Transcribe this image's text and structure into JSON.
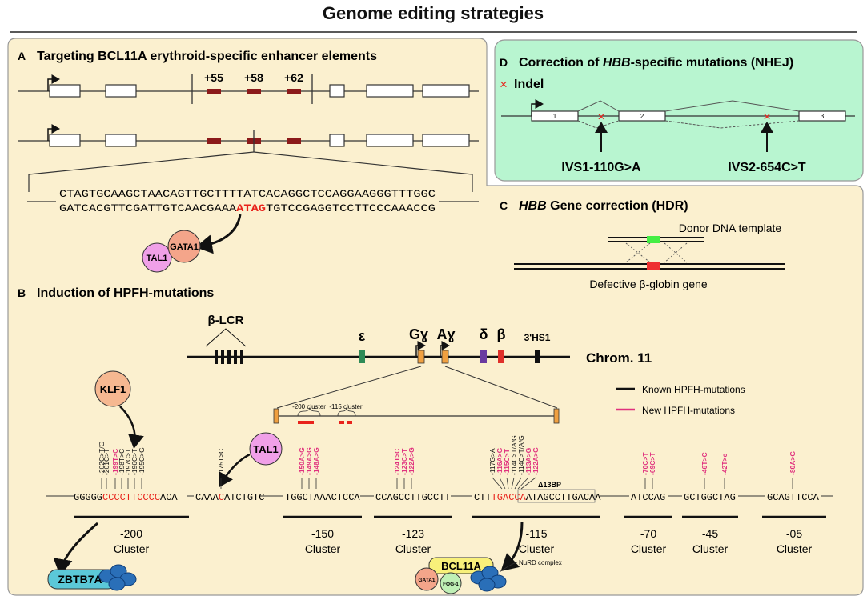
{
  "title": "Genome editing strategies",
  "colors": {
    "panel_bg": "#fbf0cf",
    "green_bg": "#b8f5d0",
    "enhancer": "#8b1a1a",
    "red_text": "#e8221b",
    "magenta_text": "#e0317e",
    "tal1": "#f0a0e8",
    "gata1": "#f4a58a",
    "klf1": "#f6b891",
    "zbtb7a": "#5bc8d8",
    "bcl11a": "#f8f07a",
    "fog1": "#bff0b5",
    "nurd": "#2a6fb8",
    "epsilon": "#2e8b57",
    "gamma": "#f0a040",
    "delta": "#6a3aa0",
    "beta": "#e0302a"
  },
  "panel_a": {
    "title_letter": "A",
    "title": "Targeting BCL11A erythroid-specific enhancer elements",
    "enh1": "+55",
    "enh2": "+58",
    "enh3": "+62",
    "seq_top": "CTAGTGCAAGCTAACAGTTGCTTTTATCACAGGCTCCAGGAAGGGTTTGGC",
    "seq_bottom_pre": "GATCACGTTCGATTGTCAACGAAA",
    "seq_bottom_red": "ATAG",
    "seq_bottom_post": "TGTCCGAGGTCCTTCCCAAACCG",
    "tal1": "TAL1",
    "gata1": "GATA1"
  },
  "panel_d": {
    "title_letter": "D",
    "title_pre": "Correction of ",
    "title_italic": "HBB",
    "title_post": "-specific mutations (NHEJ)",
    "indel": "Indel",
    "indel_mark": "×",
    "exon1": "1",
    "exon2": "2",
    "exon3": "3",
    "mut1": "IVS1-110G>A",
    "mut2": "IVS2-654C>T"
  },
  "panel_c": {
    "title_letter": "C",
    "title_italic": "HBB",
    "title_post": " Gene correction (HDR)",
    "donor": "Donor DNA template",
    "defective": "Defective β-globin gene"
  },
  "panel_b": {
    "title_letter": "B",
    "title": "Induction of HPFH-mutations",
    "lcr": "β-LCR",
    "epsilon": "ε",
    "g_gamma": "Gɣ",
    "a_gamma": "Aɣ",
    "delta": "δ",
    "beta": "β",
    "hs1": "3'HS1",
    "chrom": "Chrom. 11",
    "cluster200_small": "-200 cluster",
    "cluster115_small": "-115 cluster",
    "legend_known": "Known HPFH-mutations",
    "legend_new": "New HPFH-mutations",
    "klf1": "KLF1",
    "tal1": "TAL1",
    "zbtb7a": "ZBTB7A",
    "bcl11a": "BCL11A",
    "gata1": "GATA1",
    "fog1": "FOG-1",
    "nurd": "NuRD complex",
    "delta13bp": "Δ13BP",
    "mut_175": "-175T>C",
    "seq200_a": "GGGGG",
    "seq200_b": "CCCCTTCCCC",
    "seq200_c": "ACA",
    "seq175_a": "CAAA",
    "seq175_b": "C",
    "seq175_c": "ATCTGTC",
    "seq150": "TGGCTAAACTCCA",
    "seq123": "CCAGCCTTGCCTT",
    "seq115_a": "CTT",
    "seq115_b": "TGACCA",
    "seq115_c": "ATAGCCTTGACAA",
    "seq70": "ATCCAG",
    "seq45": "GCTGGCTAG",
    "seq05": "GCAGTTCCA",
    "clusters": [
      {
        "num": "-200",
        "word": "Cluster"
      },
      {
        "num": "-150",
        "word": "Cluster"
      },
      {
        "num": "-123",
        "word": "Cluster"
      },
      {
        "num": "-115",
        "word": "Cluster"
      },
      {
        "num": "-70",
        "word": "Cluster"
      },
      {
        "num": "-45",
        "word": "Cluster"
      },
      {
        "num": "-05",
        "word": "Cluster"
      }
    ],
    "mutations": [
      {
        "label": "-202C>T/G",
        "new": false
      },
      {
        "label": "-201C>T",
        "new": false
      },
      {
        "label": "-199T>C",
        "new": true
      },
      {
        "label": "-198T>C",
        "new": false
      },
      {
        "label": "-197C>T",
        "new": false
      },
      {
        "label": "-196C>T",
        "new": false
      },
      {
        "label": "-195C>G",
        "new": false
      },
      {
        "label": "-150A>G",
        "new": true
      },
      {
        "label": "-149A>G",
        "new": true
      },
      {
        "label": "-148A>G",
        "new": true
      },
      {
        "label": "-124T>C",
        "new": true
      },
      {
        "label": "-123C>T",
        "new": true
      },
      {
        "label": "-122A>G",
        "new": true
      },
      {
        "label": "-117G>A",
        "new": false
      },
      {
        "label": "-116A>G",
        "new": true
      },
      {
        "label": "-115C>T",
        "new": true
      },
      {
        "label": "-114C>T/A/G",
        "new": false
      },
      {
        "label": "-114C>T/A/G",
        "new": false
      },
      {
        "label": "-113A>G",
        "new": true
      },
      {
        "label": "-122A>G",
        "new": true
      },
      {
        "label": "-70C>T",
        "new": true
      },
      {
        "label": "-69C>T",
        "new": true
      },
      {
        "label": "-46T>C",
        "new": true
      },
      {
        "label": "-42T>c",
        "new": true
      },
      {
        "label": "-80A>G",
        "new": true
      }
    ]
  }
}
